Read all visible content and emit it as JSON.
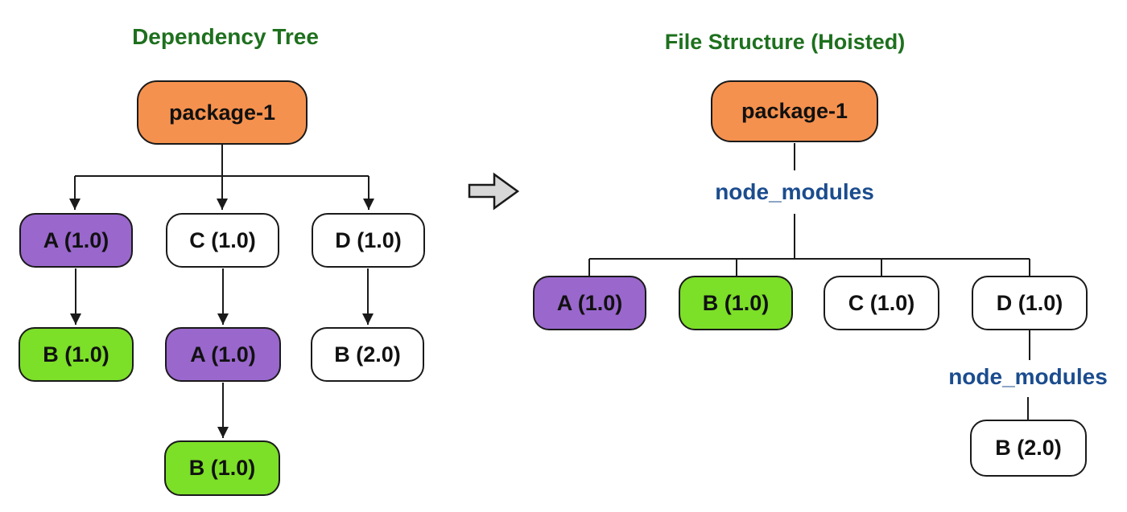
{
  "colors": {
    "background": "#FFFFFF",
    "node_orange": "#F5914E",
    "node_purple": "#9A67CD",
    "node_green": "#7CDF28",
    "node_white": "#FFFFFF",
    "node_border": "#1A1A1A",
    "title_green": "#1E701E",
    "folder_blue": "#1B4C8E",
    "line_black": "#1A1A1A",
    "arrow_gray": "#D8D8D8"
  },
  "left_diagram": {
    "title": "Dependency Tree",
    "root": {
      "label": "package-1"
    },
    "level2": [
      {
        "label": "A (1.0)"
      },
      {
        "label": "C (1.0)"
      },
      {
        "label": "D (1.0)"
      }
    ],
    "level3": [
      {
        "label": "B (1.0)"
      },
      {
        "label": "A (1.0)"
      },
      {
        "label": "B (2.0)"
      }
    ],
    "level4": [
      {
        "label": "B (1.0)"
      }
    ]
  },
  "right_diagram": {
    "title": "File Structure (Hoisted)",
    "root": {
      "label": "package-1"
    },
    "folder_label": "node_modules",
    "children": [
      {
        "label": "A (1.0)"
      },
      {
        "label": "B (1.0)"
      },
      {
        "label": "C (1.0)"
      },
      {
        "label": "D (1.0)"
      }
    ],
    "nested_folder_label": "node_modules",
    "nested_child": {
      "label": "B (2.0)"
    }
  }
}
